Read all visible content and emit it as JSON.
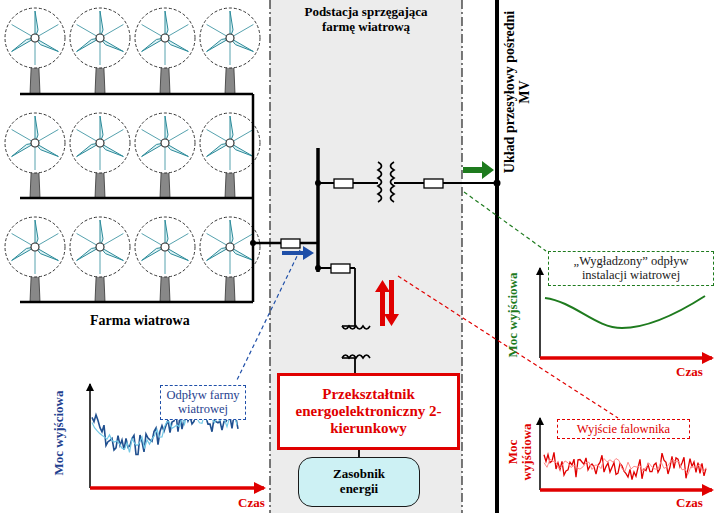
{
  "diagram": {
    "nodes": [
      {
        "text": [
          "Podstacja sprzęgająca farmę wiatrową"
        ]
      },
      {
        "text": [
          "Przekształtnik energoelektroniczny 2-kierunkowy"
        ],
        "in": 0
      },
      {
        "text": [
          "Zasobnik energii"
        ],
        "in": 0
      },
      {
        "text": [
          "Odpływ farmy wiatrowej"
        ]
      },
      {
        "text": [
          "„Wygładzony” odpływ instalacji wiatrowej"
        ]
      },
      {
        "text": [
          "Wyjście falownika"
        ]
      }
    ],
    "edges": [
      {
        "from": 1,
        "to": 2,
        "arrow": "none"
      }
    ],
    "labels": [
      "Farma wiatrowa",
      "Moc wyjściowa",
      "Czas",
      "Układ przesyłowy pośredni MV",
      "Moc wyjściowa",
      "Czas",
      "Moc wyjściowa",
      "Czas"
    ]
  }
}
